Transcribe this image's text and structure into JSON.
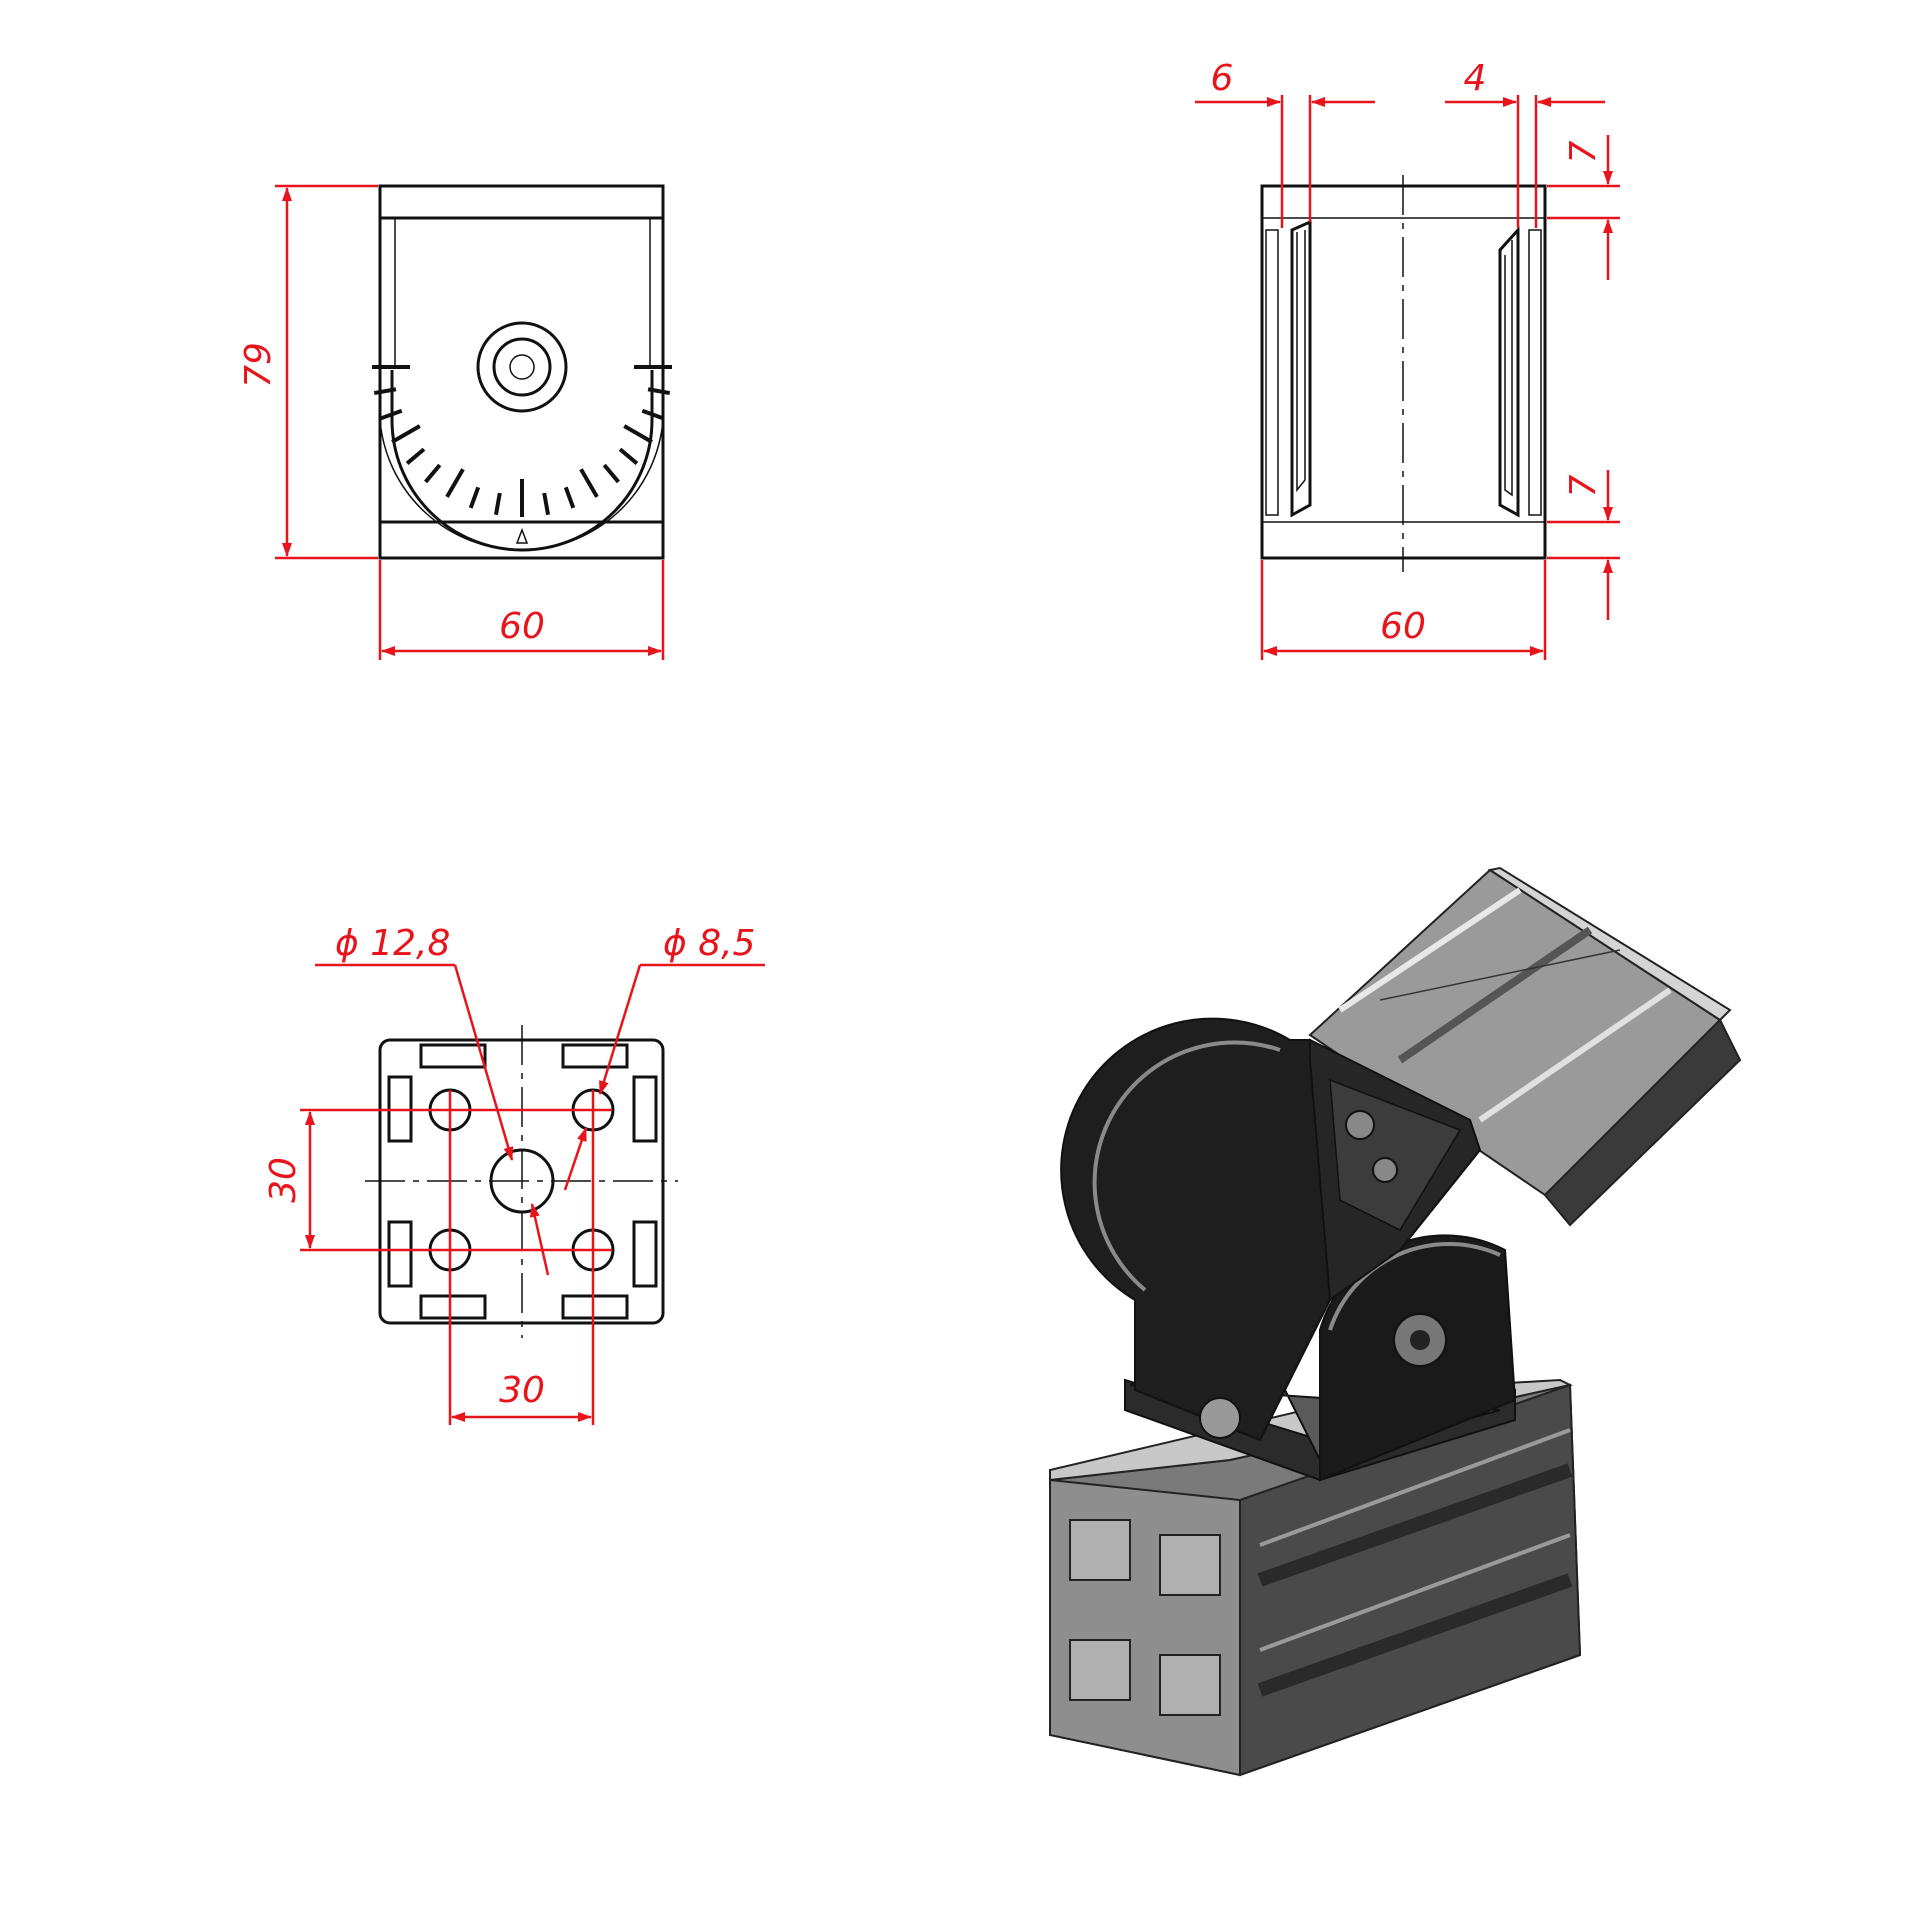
{
  "front_view": {
    "height_dim": "79",
    "width_dim": "60"
  },
  "side_view": {
    "left_slot_dim": "6",
    "right_slot_dim": "4",
    "top_offset_dim": "7",
    "bottom_offset_dim": "7",
    "width_dim": "60"
  },
  "bottom_view": {
    "large_hole_dim": "ϕ 12,8",
    "small_hole_dim": "ϕ 8,5",
    "vertical_pitch_dim": "30",
    "horizontal_pitch_dim": "30"
  },
  "colors": {
    "dimension": "#e8141b",
    "outline": "#111111",
    "profile": "#8c8c8c",
    "bracket": "#1e1e1e"
  }
}
